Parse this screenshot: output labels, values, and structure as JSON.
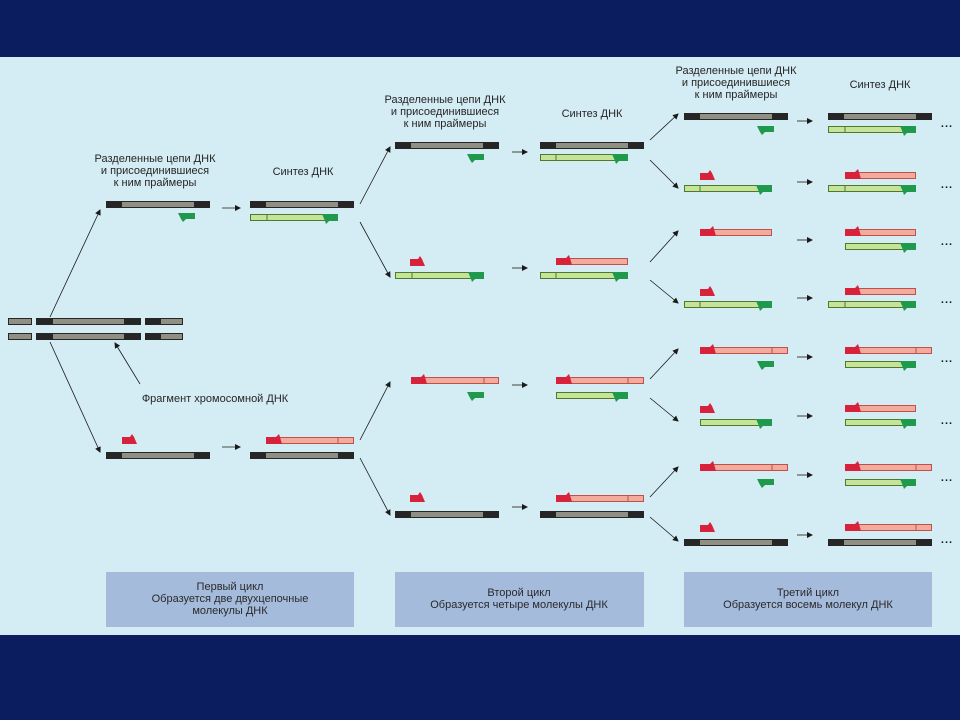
{
  "colors": {
    "frame": "#0b1d5e",
    "panel": "#d4ecf3",
    "caption_box": "#a4bbdc",
    "strand_dark": "#262626",
    "strand_gray": "#8f8f84",
    "new_strand_green": "#c6e39a",
    "primer_green": "#1f9a4c",
    "new_strand_salmon": "#f3ab9c",
    "primer_red": "#d8223b"
  },
  "labels": {
    "separated_strands": [
      "Разделенные цепи ДНК",
      "и присоединившиеся",
      "к ним праймеры"
    ],
    "synthesis": "Синтез ДНК",
    "chromosome_fragment": "Фрагмент хромосомной ДНК",
    "continuation": "..."
  },
  "cycles": [
    {
      "title": "Первый цикл",
      "description": [
        "Образуется две двухцепочные",
        "молекулы ДНК"
      ]
    },
    {
      "title": "Второй цикл",
      "description": [
        "Образуется четыре молекулы ДНК"
      ]
    },
    {
      "title": "Третий цикл",
      "description": [
        "Образуется восемь молекул ДНК"
      ]
    }
  ]
}
